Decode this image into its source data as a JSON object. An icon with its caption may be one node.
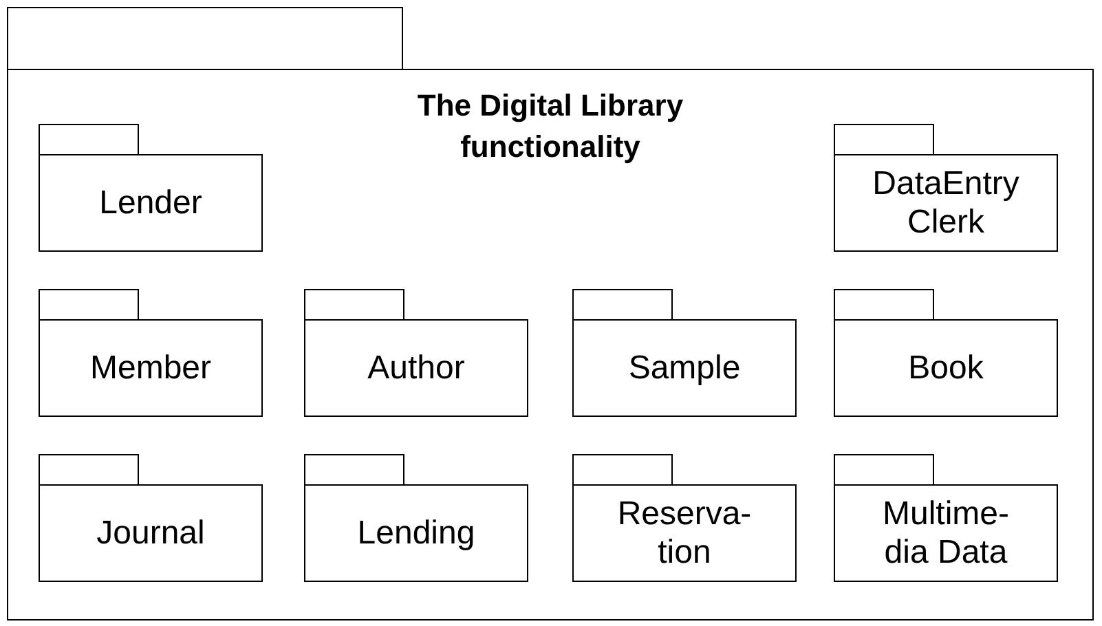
{
  "diagram": {
    "nodes": [
      {
        "text": [
          "The Digital Library functionality"
        ]
      },
      {
        "text": [
          "Lender"
        ],
        "in": 0
      },
      {
        "text": [
          "DataEntry Clerk"
        ],
        "in": 0
      },
      {
        "text": [
          "Member"
        ],
        "in": 0
      },
      {
        "text": [
          "Author"
        ],
        "in": 0
      },
      {
        "text": [
          "Sample"
        ],
        "in": 0
      },
      {
        "text": [
          "Book"
        ],
        "in": 0
      },
      {
        "text": [
          "Journal"
        ],
        "in": 0
      },
      {
        "text": [
          "Lending"
        ],
        "in": 0
      },
      {
        "text": [
          "Reserva- tion"
        ],
        "in": 0
      },
      {
        "text": [
          "Multime- dia Data"
        ],
        "in": 0
      }
    ],
    "edges": []
  }
}
